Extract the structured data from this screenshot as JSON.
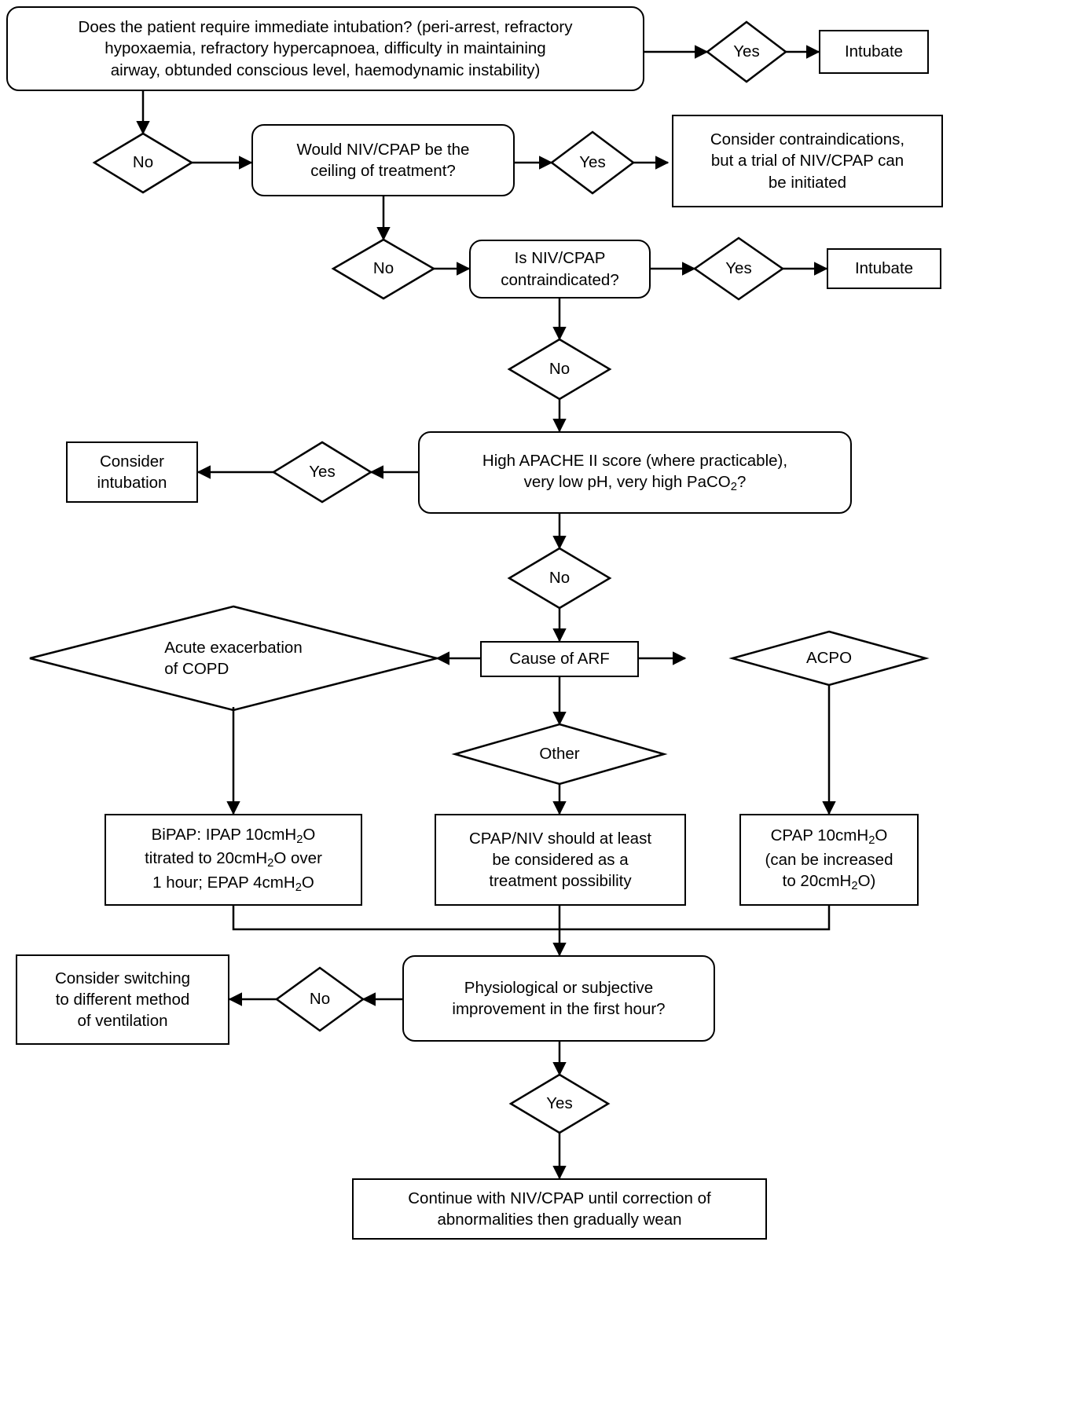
{
  "title": "Acute respiratory failure NIV/CPAP management flowchart",
  "colors": {
    "stroke": "#000000",
    "fill": "#ffffff",
    "text": "#000000"
  },
  "nodes": {
    "q_intubate": {
      "label": "Does the patient require immediate intubation? (peri-arrest, refractory\nhypoxaemia, refractory hypercapnoea, difficulty in maintaining\nairway, obtunded conscious level, haemodynamic instability)",
      "shape": "rounded"
    },
    "intubate_1": {
      "label": "Intubate",
      "shape": "rect"
    },
    "q_ceiling": {
      "label": "Would NIV/CPAP be the\nceiling of treatment?",
      "shape": "rounded"
    },
    "consider_contra": {
      "label": "Consider contraindications,\nbut a trial of NIV/CPAP can\nbe initiated",
      "shape": "rect"
    },
    "q_contra": {
      "label": "Is NIV/CPAP\ncontraindicated?",
      "shape": "rounded"
    },
    "intubate_2": {
      "label": "Intubate",
      "shape": "rect"
    },
    "q_apache": {
      "label_html": "High APACHE II score (where practicable),<br>very low pH, very high PaCO<sub>2</sub>?",
      "label": "High APACHE II score (where practicable), very low pH, very high PaCO2?",
      "shape": "rounded"
    },
    "consider_intubation": {
      "label": "Consider\nintubation",
      "shape": "rect"
    },
    "cause_arf": {
      "label": "Cause of ARF",
      "shape": "rect"
    },
    "bipap": {
      "label_html": "BiPAP: IPAP 10cmH<sub>2</sub>O<br>titrated to 20cmH<sub>2</sub>O over<br>1 hour; EPAP 4cmH<sub>2</sub>O",
      "label": "BiPAP: IPAP 10cmH2O titrated to 20cmH2O over 1 hour; EPAP 4cmH2O",
      "shape": "rect"
    },
    "cpap_niv_consider": {
      "label": "CPAP/NIV should at least\nbe considered as a\ntreatment possibility",
      "shape": "rect"
    },
    "cpap_acpo": {
      "label_html": "CPAP 10cmH<sub>2</sub>O<br>(can be increased<br>to 20cmH<sub>2</sub>O)",
      "label": "CPAP 10cmH2O (can be increased to 20cmH2O)",
      "shape": "rect"
    },
    "q_improvement": {
      "label": "Physiological or subjective\nimprovement in the first hour?",
      "shape": "rounded"
    },
    "consider_switching": {
      "label": "Consider switching\nto different method\nof ventilation",
      "shape": "rect"
    },
    "continue": {
      "label": "Continue with NIV/CPAP until correction of\nabnormalities then gradually wean",
      "shape": "rect"
    }
  },
  "decision_labels": {
    "yes_intubate_1": "Yes",
    "no_to_ceiling": "No",
    "yes_contra_trial": "Yes",
    "no_to_contraindicated": "No",
    "yes_intubate_2": "Yes",
    "no_to_apache": "No",
    "yes_consider_intubation": "Yes",
    "no_to_cause": "No",
    "copd": "Acute exacerbation\nof COPD",
    "acpo": "ACPO",
    "other": "Other",
    "no_switching": "No",
    "yes_continue": "Yes"
  },
  "edges": [
    {
      "from": "q_intubate",
      "to": "yes_intubate_1",
      "label": ""
    },
    {
      "from": "yes_intubate_1",
      "to": "intubate_1",
      "label": ""
    },
    {
      "from": "q_intubate",
      "to": "no_to_ceiling",
      "label": ""
    },
    {
      "from": "no_to_ceiling",
      "to": "q_ceiling",
      "label": ""
    },
    {
      "from": "q_ceiling",
      "to": "yes_contra_trial",
      "label": ""
    },
    {
      "from": "yes_contra_trial",
      "to": "consider_contra",
      "label": ""
    },
    {
      "from": "q_ceiling",
      "to": "no_to_contraindicated",
      "label": ""
    },
    {
      "from": "no_to_contraindicated",
      "to": "q_contra",
      "label": ""
    },
    {
      "from": "q_contra",
      "to": "yes_intubate_2",
      "label": ""
    },
    {
      "from": "yes_intubate_2",
      "to": "intubate_2",
      "label": ""
    },
    {
      "from": "q_contra",
      "to": "no_to_apache",
      "label": ""
    },
    {
      "from": "no_to_apache",
      "to": "q_apache",
      "label": ""
    },
    {
      "from": "q_apache",
      "to": "yes_consider_intubation",
      "label": ""
    },
    {
      "from": "yes_consider_intubation",
      "to": "consider_intubation",
      "label": ""
    },
    {
      "from": "q_apache",
      "to": "no_to_cause",
      "label": ""
    },
    {
      "from": "no_to_cause",
      "to": "cause_arf",
      "label": ""
    },
    {
      "from": "cause_arf",
      "to": "copd",
      "label": ""
    },
    {
      "from": "cause_arf",
      "to": "other",
      "label": ""
    },
    {
      "from": "cause_arf",
      "to": "acpo",
      "label": ""
    },
    {
      "from": "copd",
      "to": "bipap",
      "label": ""
    },
    {
      "from": "other",
      "to": "cpap_niv_consider",
      "label": ""
    },
    {
      "from": "acpo",
      "to": "cpap_acpo",
      "label": ""
    },
    {
      "from": "bipap",
      "to": "q_improvement",
      "label": ""
    },
    {
      "from": "cpap_niv_consider",
      "to": "q_improvement",
      "label": ""
    },
    {
      "from": "cpap_acpo",
      "to": "q_improvement",
      "label": ""
    },
    {
      "from": "q_improvement",
      "to": "no_switching",
      "label": ""
    },
    {
      "from": "no_switching",
      "to": "consider_switching",
      "label": ""
    },
    {
      "from": "q_improvement",
      "to": "yes_continue",
      "label": ""
    },
    {
      "from": "yes_continue",
      "to": "continue",
      "label": ""
    }
  ]
}
